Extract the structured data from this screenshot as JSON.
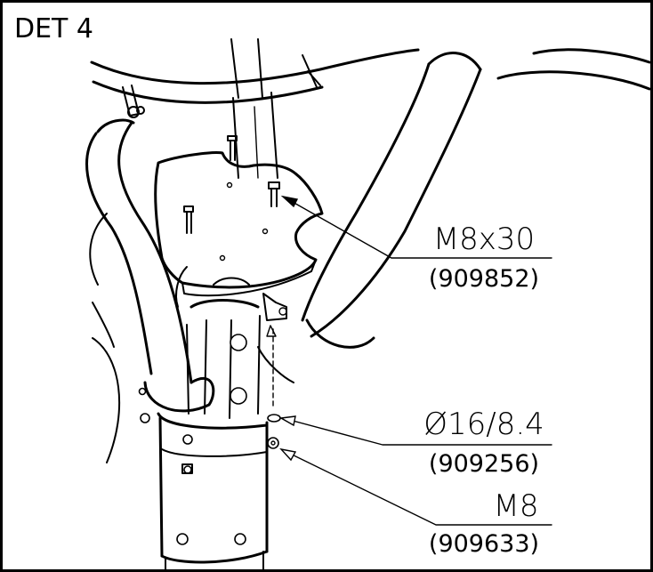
{
  "detail": {
    "title": "DET 4"
  },
  "callouts": [
    {
      "spec": "M8x30",
      "part_no": "(909852)"
    },
    {
      "spec": "Ø16/8.4",
      "part_no": "(909256)"
    },
    {
      "spec": "M8",
      "part_no": "(909633)"
    }
  ]
}
